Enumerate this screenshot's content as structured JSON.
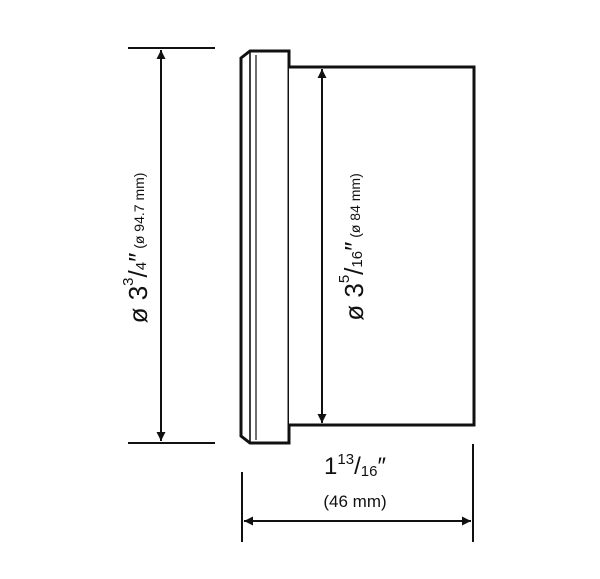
{
  "diagram": {
    "outer_diameter": {
      "symbol": "ø",
      "whole": "3",
      "numerator": "3",
      "slash": "/",
      "denominator": "4",
      "inch_mark": "″",
      "metric": "(ø 94.7 mm)"
    },
    "inner_diameter": {
      "symbol": "ø",
      "whole": "3",
      "numerator": "5",
      "slash": "/",
      "denominator": "16",
      "inch_mark": "″",
      "metric": "(ø 84 mm)"
    },
    "length": {
      "whole": "1",
      "numerator": "13",
      "slash": "/",
      "denominator": "16",
      "inch_mark": "″",
      "metric": "(46 mm)"
    },
    "colors": {
      "line": "#111111",
      "background": "#ffffff"
    }
  }
}
